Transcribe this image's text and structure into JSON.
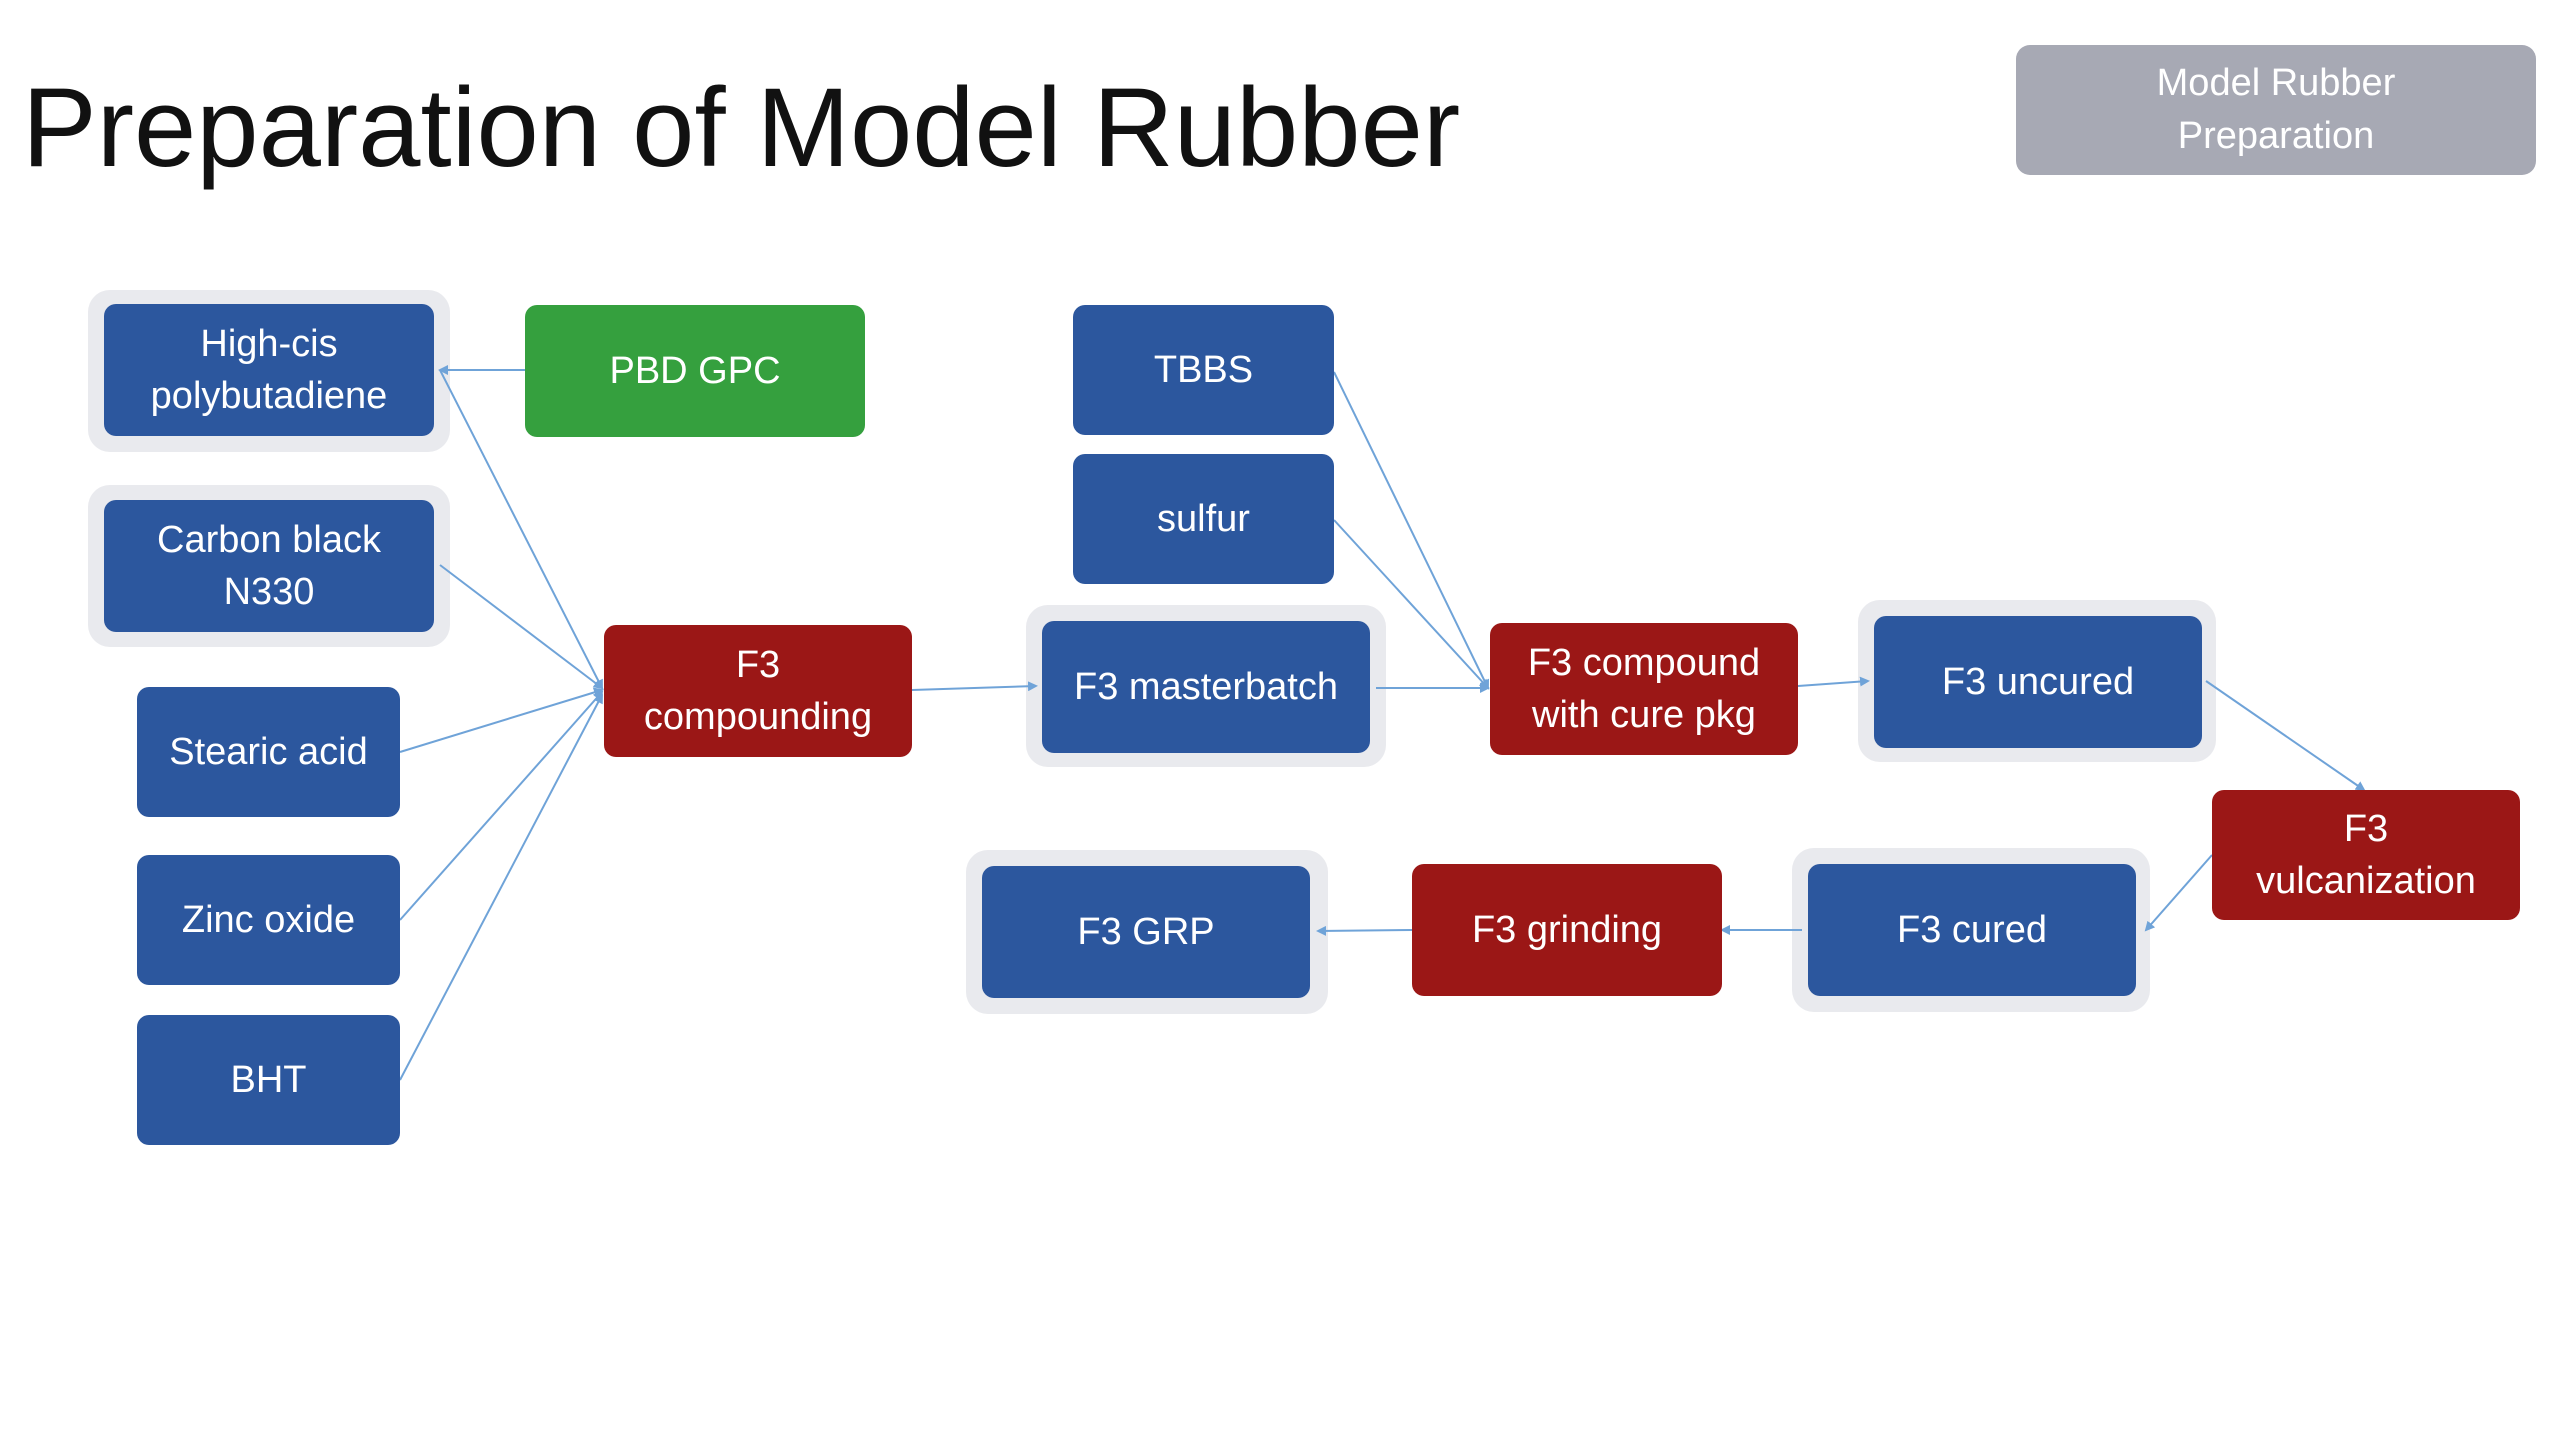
{
  "title": "Preparation of Model Rubber",
  "badge": "Model Rubber\nPreparation",
  "colors": {
    "blue": "#2c579e",
    "red": "#9b1716",
    "green": "#35a03e",
    "badge": "#a7a9b4",
    "arrow": "#6fa3d8"
  },
  "nodes": {
    "high_cis": "High-cis\npolybutadiene",
    "pbd_gpc": "PBD GPC",
    "carbon_black": "Carbon black\nN330",
    "stearic_acid": "Stearic acid",
    "zinc_oxide": "Zinc oxide",
    "bht": "BHT",
    "f3_compounding": "F3\ncompounding",
    "tbbs": "TBBS",
    "sulfur": "sulfur",
    "f3_masterbatch": "F3 masterbatch",
    "f3_compound_cure": "F3 compound\nwith cure pkg",
    "f3_uncured": "F3 uncured",
    "f3_vulcanization": "F3\nvulcanization",
    "f3_cured": "F3 cured",
    "f3_grinding": "F3 grinding",
    "f3_grp": "F3 GRP"
  }
}
